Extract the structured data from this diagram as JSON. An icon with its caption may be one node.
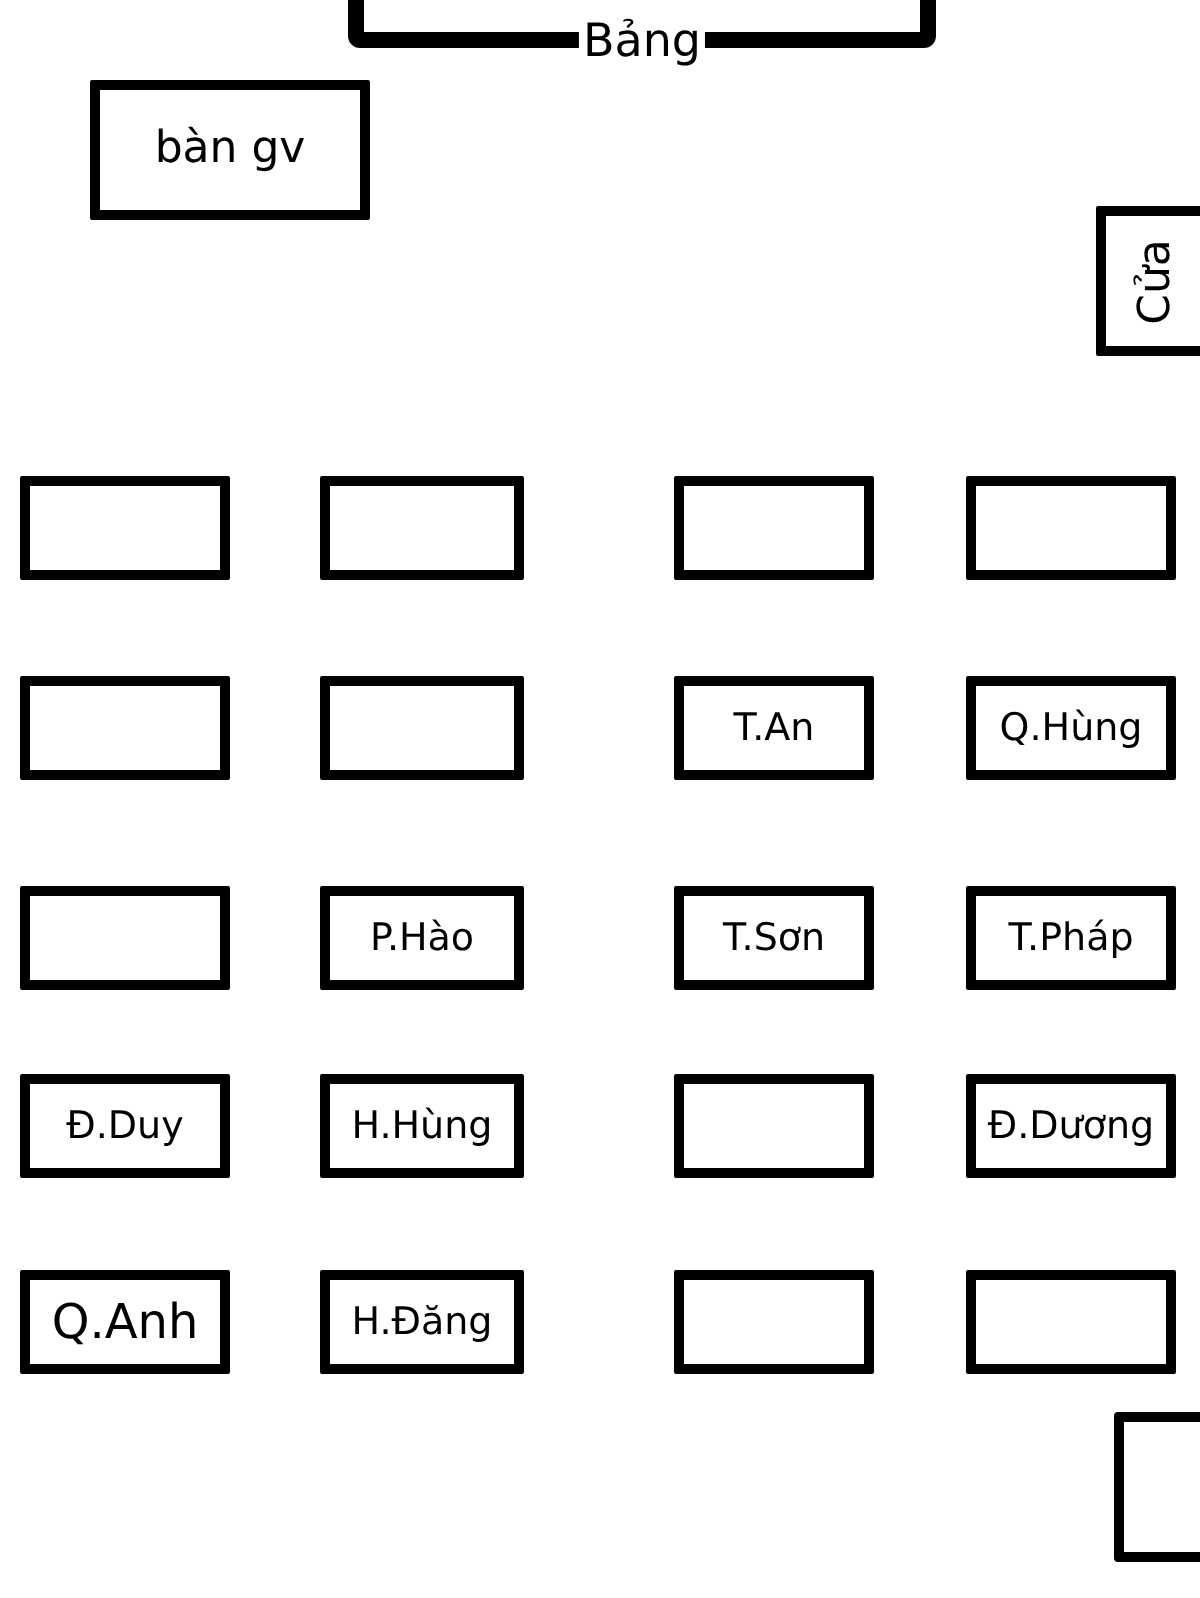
{
  "diagram": {
    "nodes": [
      {
        "text": [
          "Bảng"
        ]
      },
      {
        "text": [
          "bàn gv"
        ]
      },
      {
        "text": [
          "Cửa"
        ]
      },
      {
        "text": [],
        "shape": "box"
      },
      {
        "text": [],
        "shape": "box"
      },
      {
        "text": [],
        "shape": "box"
      },
      {
        "text": [],
        "shape": "box"
      },
      {
        "text": [],
        "shape": "box"
      },
      {
        "text": [],
        "shape": "box"
      },
      {
        "text": [
          "T.An"
        ]
      },
      {
        "text": [
          "Q.Hùng"
        ]
      },
      {
        "text": [],
        "shape": "box"
      },
      {
        "text": [
          "P.Hào"
        ]
      },
      {
        "text": [
          "T.Sơn"
        ]
      },
      {
        "text": [
          "T.Pháp"
        ]
      },
      {
        "text": [
          "Đ.Duy"
        ]
      },
      {
        "text": [
          "H.Hùng"
        ]
      },
      {
        "text": [],
        "shape": "box"
      },
      {
        "text": [
          "Đ.Dương"
        ]
      },
      {
        "text": [
          "Q.Anh"
        ]
      },
      {
        "text": [
          "H.Đăng"
        ]
      },
      {
        "text": [],
        "shape": "box"
      },
      {
        "text": [],
        "shape": "box"
      },
      {
        "text": [],
        "shape": "box"
      }
    ]
  }
}
